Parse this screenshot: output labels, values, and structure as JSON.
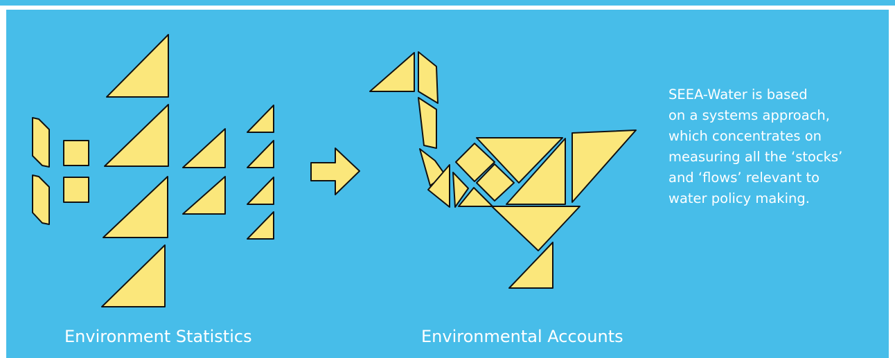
{
  "captions": {
    "left": "Environment Statistics",
    "right": "Environmental Accounts"
  },
  "description": {
    "lines": [
      "SEEA-Water is based",
      "on a systems approach,",
      "which concentrates on",
      "measuring all the ‘stocks’",
      "and ‘flows’ relevant to",
      "water policy making."
    ]
  },
  "colors": {
    "background": "#47bde9",
    "piece_fill": "#fbe77b",
    "piece_stroke": "#111111",
    "text": "#ffffff"
  }
}
